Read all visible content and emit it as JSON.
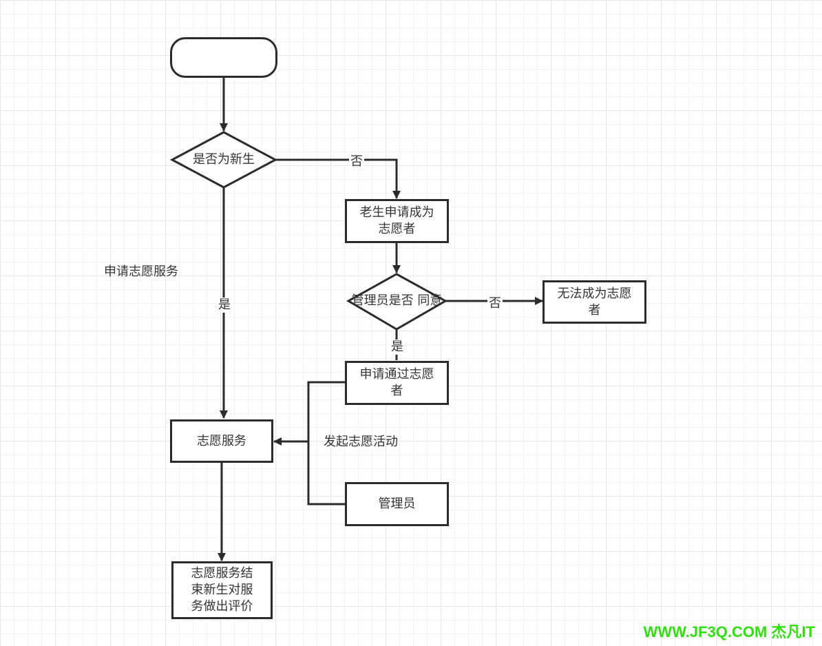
{
  "flowchart": {
    "start": {
      "label": ""
    },
    "decision_new_student": {
      "label": "是否为新生"
    },
    "old_student_apply": {
      "label_line1": "老生申请成为",
      "label_line2": "志愿者"
    },
    "admin_decision": {
      "label_line1": "管理员是否",
      "label_line2": "同意"
    },
    "cannot_become": {
      "label_line1": "无法成为志愿",
      "label_line2": "者"
    },
    "apply_passed": {
      "label_line1": "申请通过志愿",
      "label_line2": "者"
    },
    "volunteer_service": {
      "label": "志愿服务"
    },
    "admin": {
      "label": "管理员"
    },
    "service_end": {
      "label_line1": "志愿服务结",
      "label_line2": "束新生对服",
      "label_line3": "务做出评价"
    }
  },
  "edge_labels": {
    "no_1": "否",
    "no_2": "否",
    "yes_main": "是",
    "yes_admin": "是"
  },
  "free_labels": {
    "apply_service": "申请志愿服务",
    "initiate_activity": "发起志愿活动"
  },
  "watermark": "WWW.JF3Q.COM 杰凡IT",
  "colors": {
    "stroke": "#2b2b2b",
    "text": "#333333",
    "grid_major": "#e6e6e6",
    "grid_minor": "#f3f3f3",
    "watermark": "#33dd11"
  }
}
